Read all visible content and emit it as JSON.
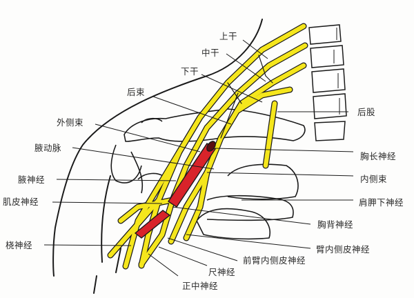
{
  "diagram": {
    "subject": "臂丛神经 (brachial plexus) with axillary artery",
    "colors": {
      "nerve": "#f5e61c",
      "nerve_outline": "#1a1a1a",
      "artery": "#d8232a",
      "line": "#1a1a1a",
      "background": "#fdfdfc"
    },
    "labels_left": {
      "lateral_cord": "外侧束",
      "axillary_artery": "腋动脉",
      "axillary_nerve": "腋神经",
      "musculocutaneous_nerve": "肌皮神经",
      "radial_nerve": "桡神经"
    },
    "labels_top": {
      "upper_trunk": "上干",
      "middle_trunk": "中干",
      "lower_trunk": "下干",
      "posterior_cord": "后束"
    },
    "labels_right": {
      "posterior_division": "后股",
      "long_thoracic_nerve": "胸长神经",
      "medial_cord": "内侧束",
      "subscapular_nerve": "肩胛下神经",
      "thoracodorsal_nerve": "胸背神经",
      "medial_brachial_cutaneous_nerve": "臂内侧皮神经"
    },
    "labels_bottom": {
      "medial_antebrachial_cutaneous_nerve": "前臂内侧皮神经",
      "ulnar_nerve": "尺神经",
      "median_nerve": "正中神经"
    }
  }
}
